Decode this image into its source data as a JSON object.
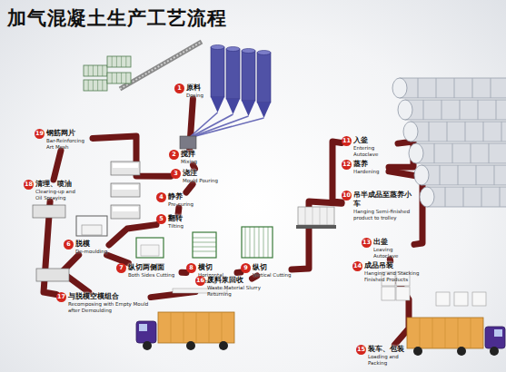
{
  "diagram": {
    "title": "加气混凝土生产工艺流程",
    "nodes": [
      {
        "text": [
          "1",
          "原料",
          "Dosing"
        ]
      },
      {
        "text": [
          "2",
          "搅拌",
          "Mixing"
        ]
      },
      {
        "text": [
          "3",
          "浇注",
          "Mould Pouring"
        ]
      },
      {
        "text": [
          "4",
          "静养",
          "Pre-curing"
        ]
      },
      {
        "text": [
          "5",
          "翻转",
          "Tilting"
        ]
      },
      {
        "text": [
          "6",
          "脱模",
          "De-moulding"
        ]
      },
      {
        "text": [
          "7",
          "纵切两侧面",
          "Both Sides Cutting"
        ]
      },
      {
        "text": [
          "8",
          "横切",
          "Horizontal Cutting"
        ]
      },
      {
        "text": [
          "9",
          "纵切",
          "Vertical Cutting"
        ]
      },
      {
        "text": [
          "10",
          "吊半成品至蒸养小车",
          "Hanging Semi-finished product to trolley"
        ]
      },
      {
        "text": [
          "11",
          "入釜",
          "Entering Autoclave"
        ]
      },
      {
        "text": [
          "12",
          "蒸养",
          "Hardening"
        ]
      },
      {
        "text": [
          "13",
          "出釜",
          "Leaving Autoclave"
        ]
      },
      {
        "text": [
          "14",
          "成品吊装",
          "Hanging and Stacking Finished Products"
        ]
      },
      {
        "text": [
          "15",
          "装车、包装",
          "Loading and Packing"
        ]
      },
      {
        "text": [
          "16",
          "废料浆回收",
          "Waste Material Slurry Returning"
        ]
      },
      {
        "text": [
          "17",
          "与脱模空模组合",
          "Recomposing with Empty Mould after Demoulding"
        ]
      },
      {
        "text": [
          "18",
          "清理、喷油",
          "Clearing-up and Oil Spraying"
        ]
      },
      {
        "text": [
          "19",
          "钢筋网片",
          "Bar-Reinforcing Art Mesh"
        ]
      }
    ],
    "edges": [
      {
        "from": 0,
        "to": 1,
        "arrow": "none"
      },
      {
        "from": 1,
        "to": 2,
        "arrow": "none"
      },
      {
        "from": 2,
        "to": 3,
        "arrow": "none"
      },
      {
        "from": 3,
        "to": 4,
        "arrow": "none"
      },
      {
        "from": 4,
        "to": 5,
        "arrow": "none"
      },
      {
        "from": 5,
        "to": 6,
        "arrow": "none"
      },
      {
        "from": 6,
        "to": 7,
        "arrow": "none"
      },
      {
        "from": 7,
        "to": 8,
        "arrow": "none"
      },
      {
        "from": 8,
        "to": 9,
        "arrow": "none"
      },
      {
        "from": 9,
        "to": 10,
        "arrow": "none"
      },
      {
        "from": 10,
        "to": 11,
        "arrow": "none"
      },
      {
        "from": 11,
        "to": 12,
        "arrow": "none"
      },
      {
        "from": 12,
        "to": 13,
        "arrow": "none"
      },
      {
        "from": 13,
        "to": 14,
        "arrow": "none"
      },
      {
        "from": 5,
        "to": 16,
        "arrow": "none"
      },
      {
        "from": 8,
        "to": 15,
        "arrow": "none"
      },
      {
        "from": 15,
        "to": 16,
        "arrow": "none"
      },
      {
        "from": 16,
        "to": 17,
        "arrow": "none"
      },
      {
        "from": 17,
        "to": 18,
        "arrow": "none"
      },
      {
        "from": 18,
        "to": 2,
        "arrow": "none"
      }
    ]
  }
}
